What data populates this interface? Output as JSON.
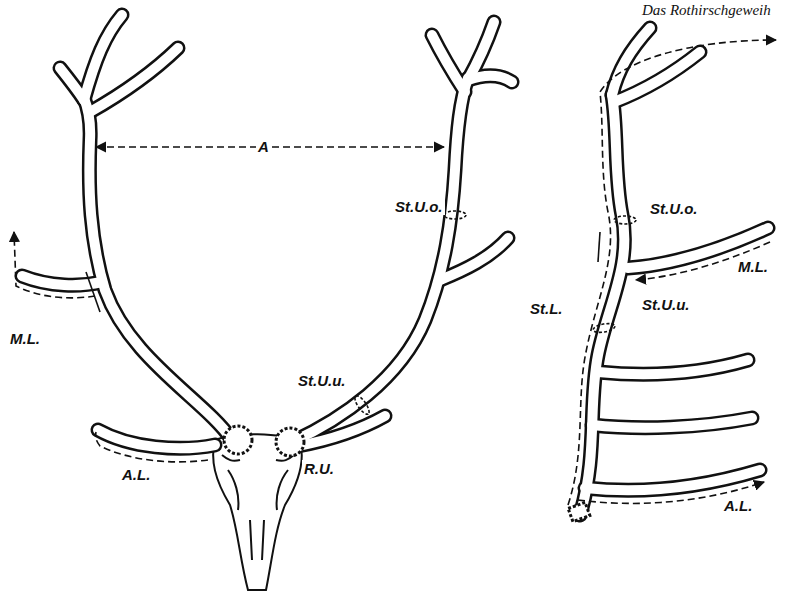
{
  "diagram": {
    "title": "Das Rothirschgeweih",
    "labels": [
      "A",
      "St.U.o.",
      "M.L.",
      "St.U.u.",
      "A.L.",
      "R.U.",
      "St.U.o.",
      "St.L.",
      "M.L.",
      "St.U.u.",
      "A.L."
    ]
  }
}
